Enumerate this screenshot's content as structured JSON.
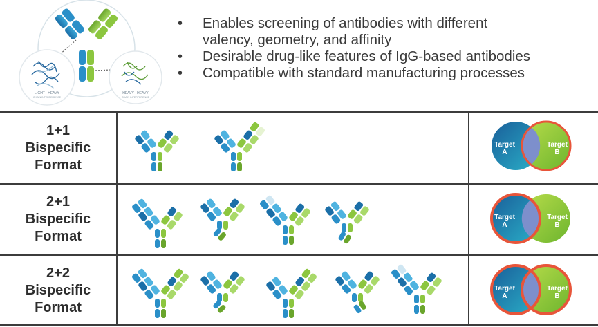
{
  "hero": {
    "left_label_line1": "LIGHT - HEAVY",
    "left_label_line2": "CHAIN INTERFERENCE",
    "right_label_line1": "HEAVY - HEAVY",
    "right_label_line2": "CHAIN INTERFERENCE"
  },
  "bullets": [
    "Enables screening of antibodies with different",
    "valency, geometry, and affinity",
    "Desirable drug-like features of IgG-based antibodies",
    "Compatible with standard manufacturing processes"
  ],
  "rows": [
    {
      "label_line1": "1+1",
      "label_line2": "Bispecific",
      "label_line3": "Format",
      "target_a": "Target",
      "target_a2": "A",
      "target_b": "Target",
      "target_b2": "B"
    },
    {
      "label_line1": "2+1",
      "label_line2": "Bispecific",
      "label_line3": "Format",
      "target_a": "Target",
      "target_a2": "A",
      "target_b": "Target",
      "target_b2": "B"
    },
    {
      "label_line1": "2+2",
      "label_line2": "Bispecific",
      "label_line3": "Format",
      "target_a": "Target",
      "target_a2": "A",
      "target_b": "Target",
      "target_b2": "B"
    }
  ],
  "colors": {
    "blue": "#2a8fc8",
    "blue_dark": "#1b6fa8",
    "green": "#8cc63f",
    "green_dark": "#6aa52c",
    "venn_stroke": "#e8553a",
    "overlap": "#7d8fcc"
  }
}
